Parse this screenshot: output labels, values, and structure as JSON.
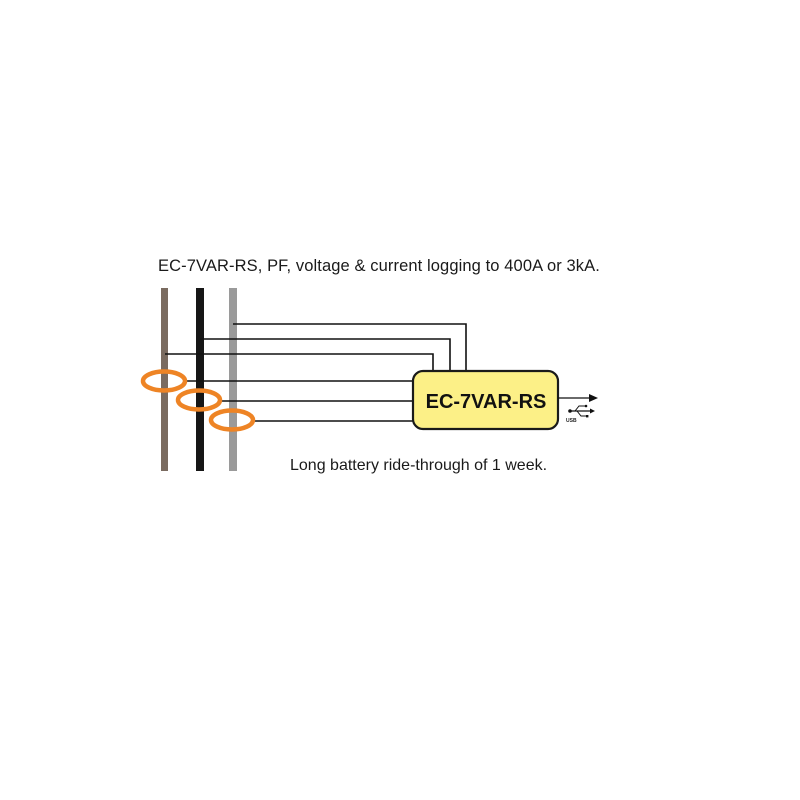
{
  "title": "EC-7VAR-RS, PF, voltage & current logging to 400A or 3kA.",
  "caption": "Long battery ride-through of 1 week.",
  "device": {
    "label": "EC-7VAR-RS",
    "fill_color": "#fcf087",
    "border_color": "#1a1a1a"
  },
  "conductors": [
    {
      "name": "phase-1",
      "color": "#7a6b60"
    },
    {
      "name": "phase-2",
      "color": "#161616"
    },
    {
      "name": "phase-3",
      "color": "#9a9a9a"
    }
  ],
  "current_clamps": {
    "count": 3,
    "color": "#ee8425"
  },
  "output": {
    "icon": "usb-icon",
    "label": "USB"
  }
}
